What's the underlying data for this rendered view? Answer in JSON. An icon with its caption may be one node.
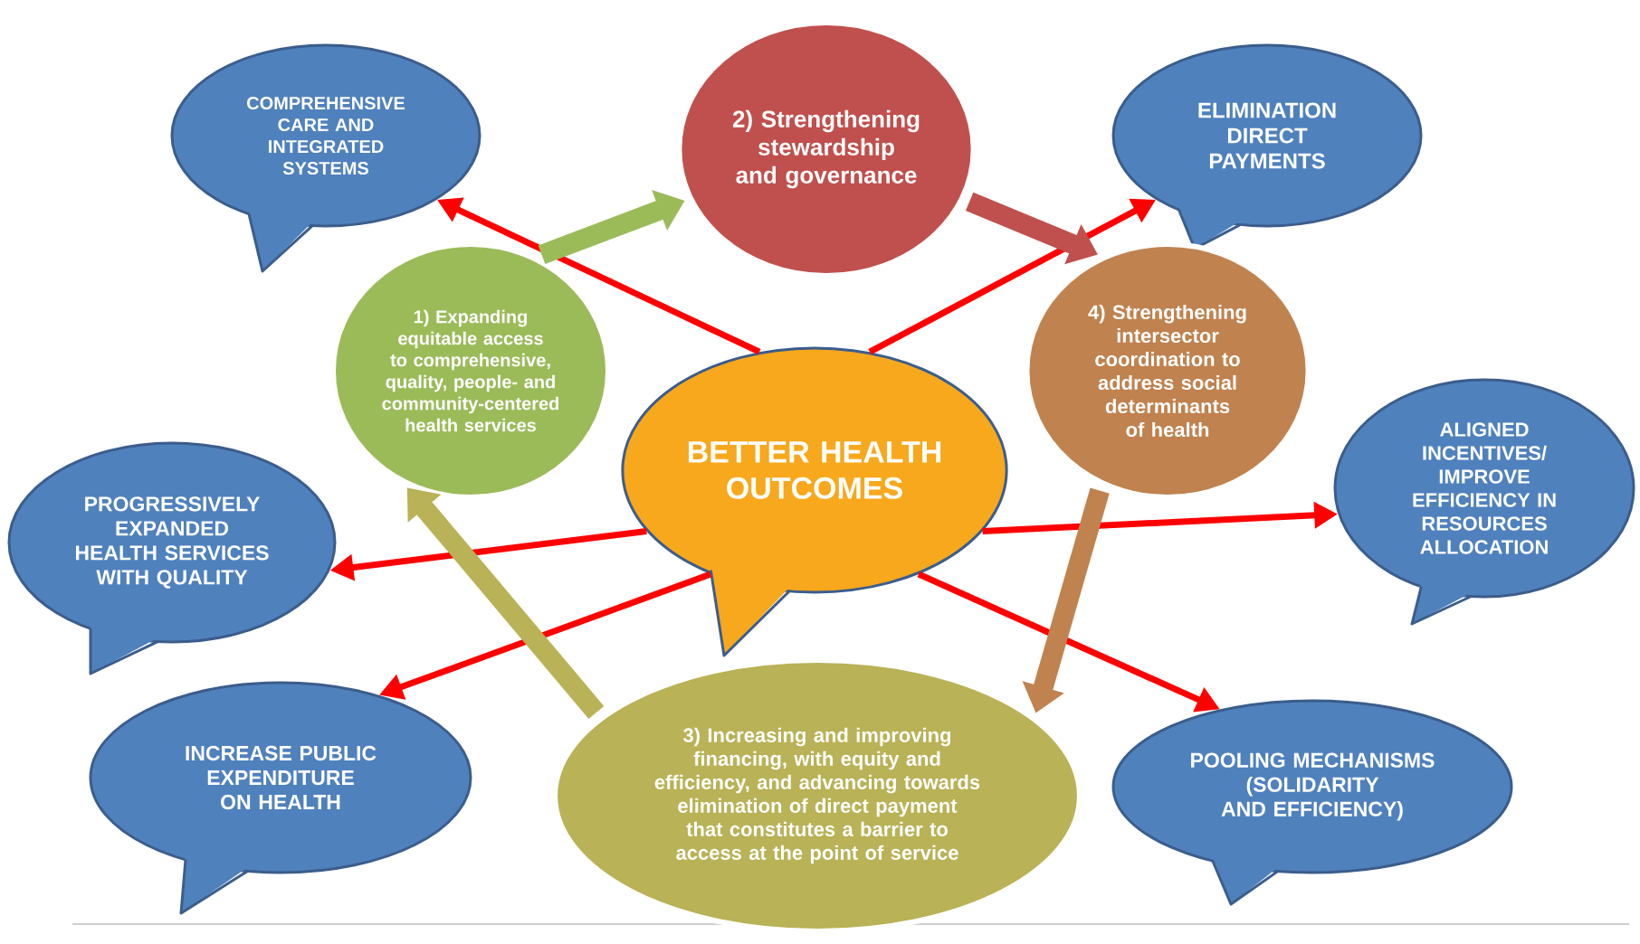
{
  "diagram": {
    "nodes": [
      {
        "text": [
          "COMPREHENSIVE CARE AND INTEGRATED SYSTEMS"
        ]
      },
      {
        "text": [
          "2) Strengthening stewardship and governance"
        ]
      },
      {
        "text": [
          "ELIMINATION DIRECT PAYMENTS"
        ]
      },
      {
        "text": [
          "PROGRESSIVELY EXPANDED HEALTH SERVICES WITH QUALITY"
        ]
      },
      {
        "text": [
          "1) Expanding equitable access to comprehensive, quality, people- and community-centered health services"
        ]
      },
      {
        "text": [
          "BETTER HEALTH OUTCOMES"
        ]
      },
      {
        "text": [
          "4) Strengthening intersector coordination to address social determinants of health"
        ]
      },
      {
        "text": [
          "ALIGNED INCENTIVES/ IMPROVE EFFICIENCY IN RESOURCES ALLOCATION"
        ]
      },
      {
        "text": [
          "INCREASE PUBLIC EXPENDITURE ON HEALTH"
        ]
      },
      {
        "text": [
          "3) Increasing and improving financing, with equity and efficiency, and advancing towards elimination of direct payment that constitutes a barrier to access at the point of service"
        ]
      },
      {
        "text": [
          "POOLING MECHANISMS (SOLIDARITY AND EFFICIENCY)"
        ]
      }
    ],
    "edges": [
      {
        "from": 5,
        "to": 0,
        "arrow": "to"
      },
      {
        "from": 5,
        "to": 2,
        "arrow": "to"
      },
      {
        "from": 5,
        "to": 3,
        "arrow": "to"
      },
      {
        "from": 5,
        "to": 7,
        "arrow": "to"
      },
      {
        "from": 5,
        "to": 8,
        "arrow": "to"
      },
      {
        "from": 5,
        "to": 10,
        "arrow": "to"
      },
      {
        "from": 4,
        "to": 1,
        "arrow": "to",
        "style": "thick",
        "color": "#9bbb59"
      },
      {
        "from": 1,
        "to": 6,
        "arrow": "to",
        "style": "thick",
        "color": "#c0504d"
      },
      {
        "from": 6,
        "to": 9,
        "arrow": "to",
        "style": "thick",
        "color": "#c0824e"
      },
      {
        "from": 9,
        "to": 4,
        "arrow": "to",
        "style": "thick",
        "color": "#b9b256"
      }
    ]
  }
}
